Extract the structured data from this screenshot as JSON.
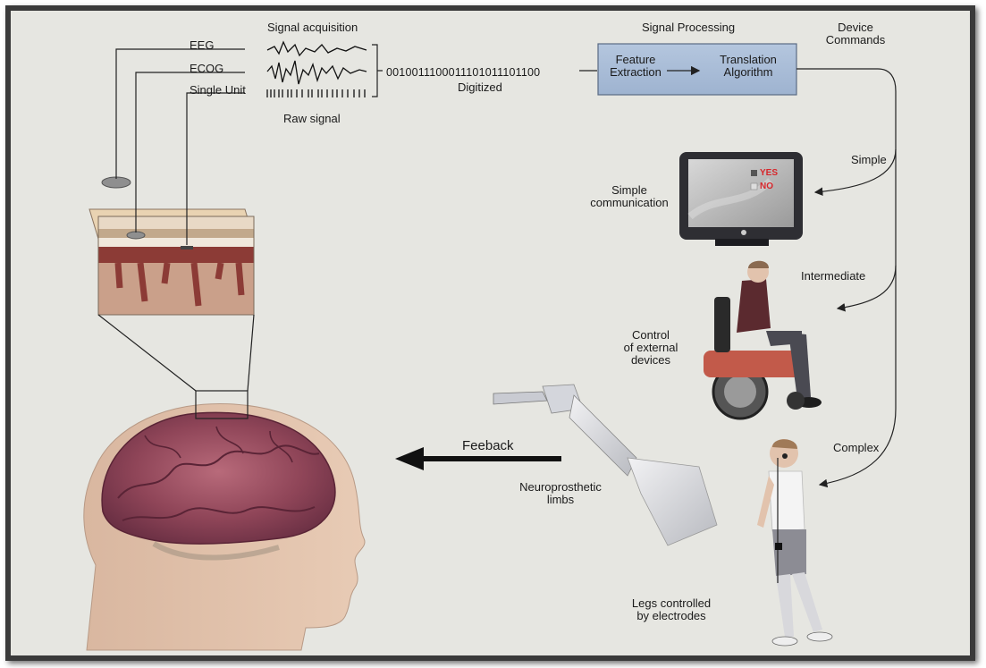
{
  "acquisition": {
    "title": "Signal acquisition",
    "eeg": "EEG",
    "ecog": "ECOG",
    "single_unit": "Single Unit",
    "raw_signal": "Raw signal",
    "bitstream": "0010011100011101011101100",
    "digitized": "Digitized"
  },
  "processing": {
    "title": "Signal Processing",
    "feature_line1": "Feature",
    "feature_line2": "Extraction",
    "translation_line1": "Translation",
    "translation_line2": "Algorithm",
    "commands_line1": "Device",
    "commands_line2": "Commands"
  },
  "outputs": {
    "simple": "Simple",
    "intermediate": "Intermediate",
    "complex": "Complex",
    "simple_comm_line1": "Simple",
    "simple_comm_line2": "communication",
    "screen_yes": "YES",
    "screen_no": "NO",
    "control_line1": "Control",
    "control_line2": "of external",
    "control_line3": "devices",
    "neuro_line1": "Neuroprosthetic",
    "neuro_line2": "limbs",
    "legs_line1": "Legs controlled",
    "legs_line2": "by electrodes"
  },
  "feedback": "Feeback",
  "colors": {
    "background": "#e6e6e1",
    "processing_box": "#a9bdd8",
    "yes": "#d7262b",
    "no": "#d7262b"
  }
}
